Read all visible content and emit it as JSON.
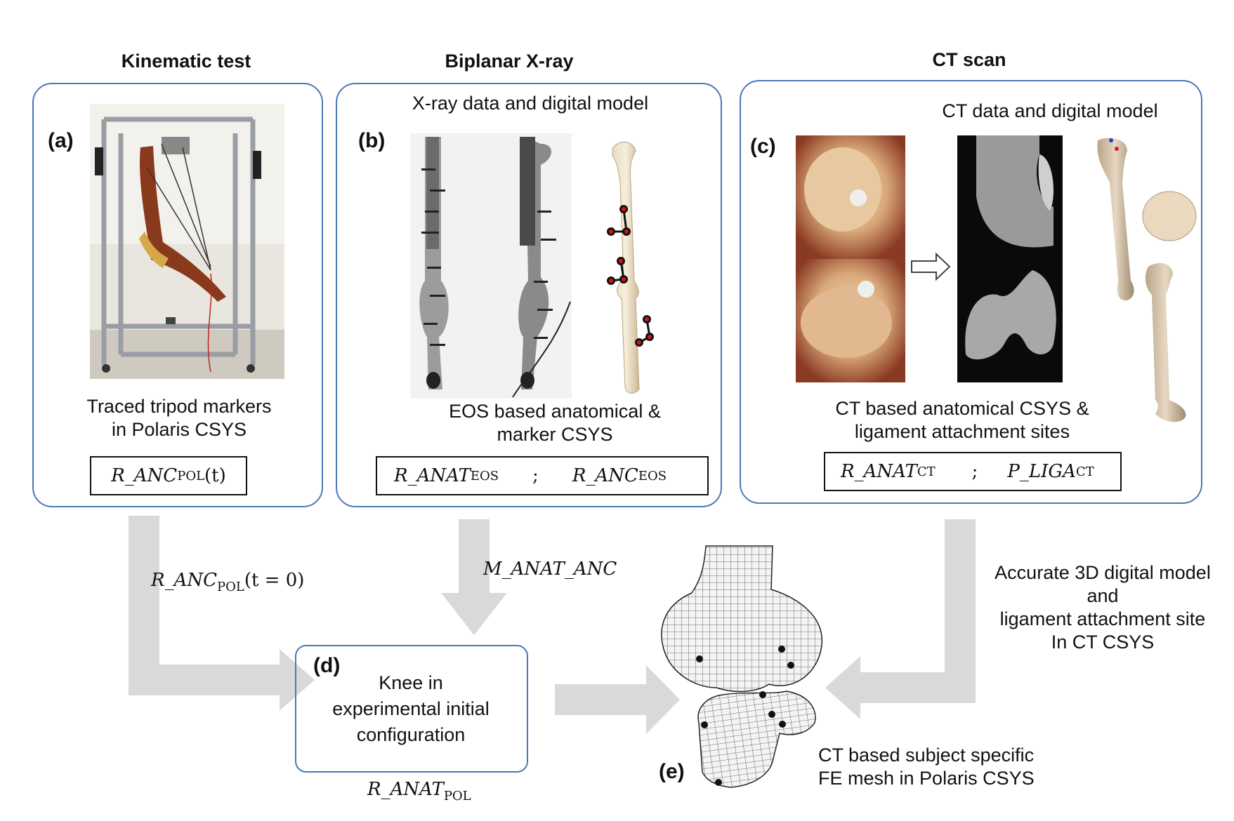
{
  "titles": {
    "kinematic": "Kinematic test",
    "biplanar": "Biplanar X-ray",
    "ct": "CT scan"
  },
  "panel_a": {
    "tag": "(a)",
    "caption_line1": "Traced tripod markers",
    "caption_line2": "in Polaris CSYS",
    "formula": {
      "main": "R_ANC",
      "sub": "POL",
      "rest": "(t)"
    }
  },
  "panel_b": {
    "tag": "(b)",
    "subtitle": "X-ray data  and digital model",
    "caption_line1": "EOS based anatomical &",
    "caption_line2": "marker CSYS",
    "formula_left": {
      "main": "R_ANAT",
      "sub": "EOS"
    },
    "separator": ";",
    "formula_right": {
      "main": "R_ANC",
      "sub": "EOS"
    }
  },
  "panel_c": {
    "tag": "(c)",
    "subtitle": "CT data and digital model",
    "caption_line1": "CT based  anatomical CSYS &",
    "caption_line2": "ligament attachment sites",
    "formula_left": {
      "main": "R_ANAT",
      "sub": "CT"
    },
    "separator": ";",
    "formula_right": {
      "main": "P_LIGA",
      "sub": "CT"
    }
  },
  "arrows": {
    "left_label": {
      "main": "R_ANC",
      "sub": "POL",
      "rest": "(t = 0)"
    },
    "middle_label": "M_ANAT_ANC",
    "right_label_lines": [
      "Accurate 3D digital model",
      "and",
      "ligament attachment site",
      "In CT CSYS"
    ]
  },
  "panel_d": {
    "tag": "(d)",
    "text_line1": "Knee in",
    "text_line2": "experimental initial",
    "text_line3": "configuration",
    "formula": {
      "main": "R_ANAT",
      "sub": "POL"
    }
  },
  "panel_e": {
    "tag": "(e)",
    "caption_line1": "CT based subject specific",
    "caption_line2": "FE mesh in Polaris CSYS"
  },
  "colors": {
    "panel_border": "#4a78b8",
    "arrow": "#d9d9d9",
    "marker": "#e01010"
  }
}
